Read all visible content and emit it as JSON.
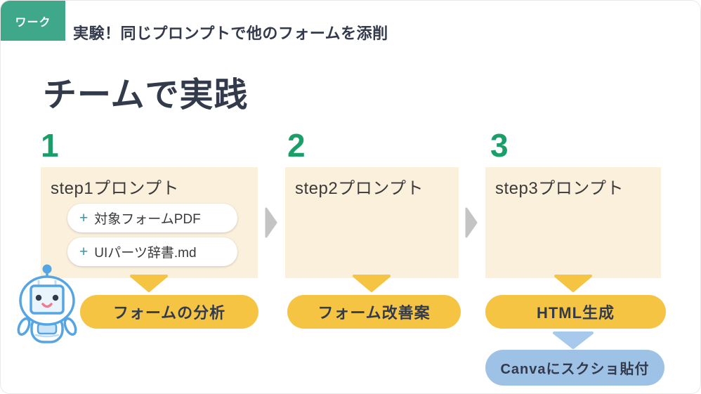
{
  "header": {
    "badge": "ワーク",
    "subtitle": "実験！同じプロンプトで他のフォームを添削",
    "title": "チームで実践"
  },
  "columns": [
    {
      "number": "1",
      "box_label": "step1プロンプト",
      "attachments": [
        {
          "prefix": "+",
          "label": "対象フォームPDF"
        },
        {
          "prefix": "+",
          "label": "UIパーツ辞書.md"
        }
      ],
      "result": "フォームの分析"
    },
    {
      "number": "2",
      "box_label": "step2プロンプト",
      "attachments": [],
      "result": "フォーム改善案"
    },
    {
      "number": "3",
      "box_label": "step3プロンプト",
      "attachments": [],
      "result": "HTML生成",
      "extra_step": "Canvaにスクショ貼付"
    }
  ],
  "icons": {
    "robot": "robot-mascot-icon",
    "flow_chevron": "chevron-right-icon",
    "down_arrow_yellow": "triangle-down-icon",
    "down_arrow_blue": "triangle-down-icon"
  },
  "colors": {
    "badge_green": "#40a88a",
    "number_green": "#1a9f69",
    "box_cream": "#fbf0dc",
    "accent_yellow": "#f6c443",
    "accent_blue": "#9ec2e6",
    "arrow_blue": "#a7caec",
    "chevron_gray": "#c4c4c4",
    "text_dark": "#333a4b",
    "plus_teal": "#2e99ae",
    "robot_blue": "#55a5e5"
  }
}
